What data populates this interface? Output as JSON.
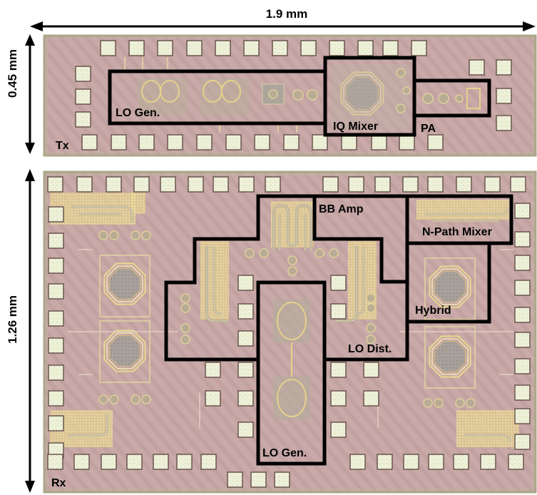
{
  "figure": {
    "dimensions": {
      "width_label": "1.9 mm",
      "tx_height_label": "0.45 mm",
      "rx_height_label": "1.26 mm"
    },
    "colors": {
      "die": "#c9aaa8",
      "die_stripe": "#bfa09f",
      "pad_fill": "#eef1d8",
      "pad_border": "#6b5550",
      "metal_gold": "#e6d28a",
      "block_outline": "#000000",
      "seal_ring": "#a9a888"
    },
    "tx": {
      "label": "Tx",
      "blocks": [
        {
          "id": "lo-gen",
          "label": "LO Gen."
        },
        {
          "id": "iq-mixer",
          "label": "IQ Mixer"
        },
        {
          "id": "pa",
          "label": "PA"
        }
      ]
    },
    "rx": {
      "label": "Rx",
      "blocks": [
        {
          "id": "bb-amp",
          "label": "BB Amp"
        },
        {
          "id": "n-path-mixer",
          "label": "N-Path Mixer"
        },
        {
          "id": "hybrid",
          "label": "Hybrid"
        },
        {
          "id": "lo-dist",
          "label": "LO Dist."
        },
        {
          "id": "lo-gen",
          "label": "LO Gen."
        }
      ]
    }
  }
}
